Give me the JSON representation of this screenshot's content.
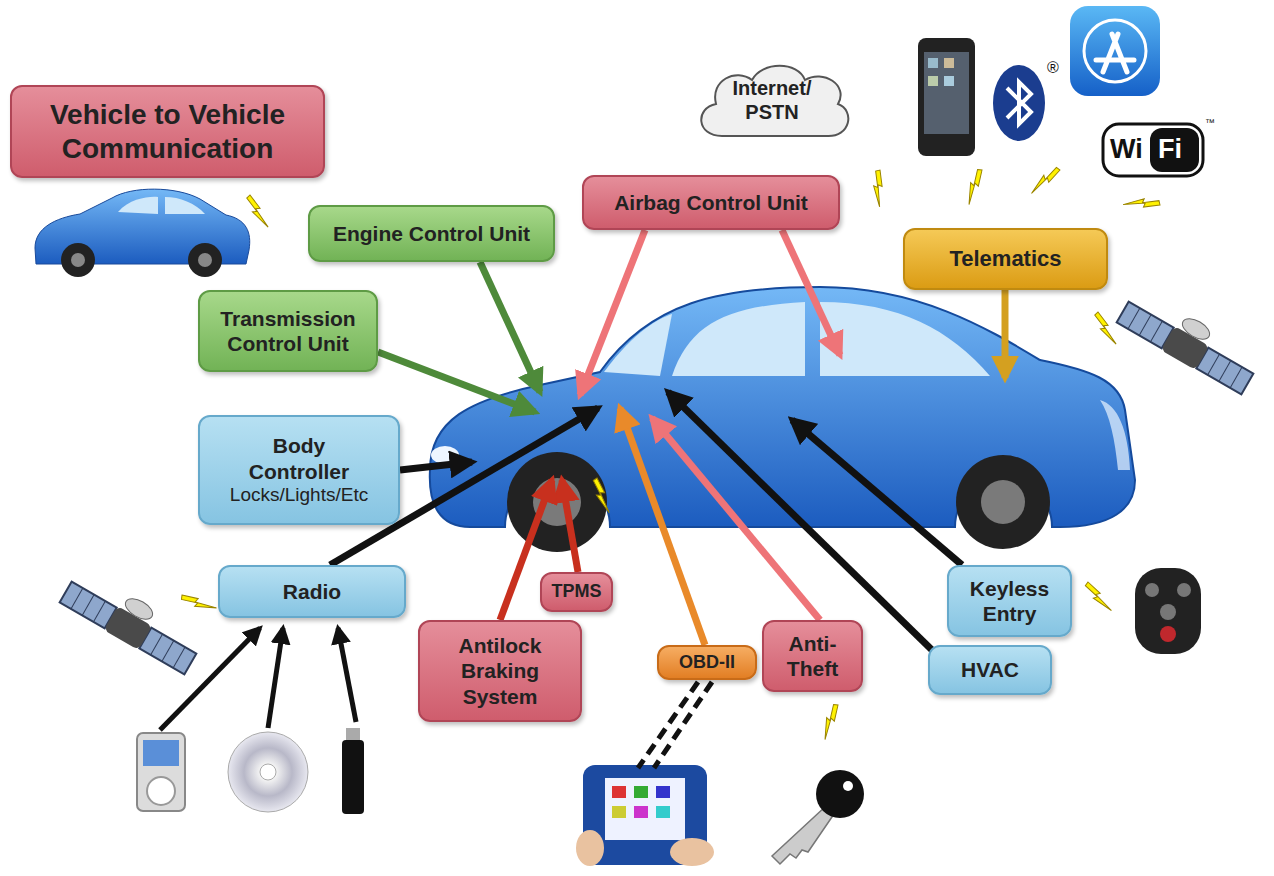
{
  "diagram": {
    "nodes": [
      {
        "text": [
          "Vehicle to Vehicle Communication"
        ]
      },
      {
        "text": [
          "Engine Control Unit"
        ]
      },
      {
        "text": [
          "Transmission Control Unit"
        ]
      },
      {
        "text": [
          "Airbag Control Unit"
        ]
      },
      {
        "text": [
          "Internet/ PSTN"
        ]
      },
      {
        "text": [
          "Telematics"
        ]
      },
      {
        "text": [
          "Body Controller",
          "Locks/Lights/Etc"
        ]
      },
      {
        "text": [
          "Radio"
        ]
      },
      {
        "text": [
          "TPMS"
        ]
      },
      {
        "text": [
          "Antilock Braking System"
        ]
      },
      {
        "text": [
          "OBD-II"
        ]
      },
      {
        "text": [
          "Anti- Theft"
        ]
      },
      {
        "text": [
          "Keyless Entry"
        ]
      },
      {
        "text": [
          "HVAC"
        ]
      }
    ],
    "labels": [
      "®",
      "Wi",
      "Fi",
      "™"
    ]
  }
}
